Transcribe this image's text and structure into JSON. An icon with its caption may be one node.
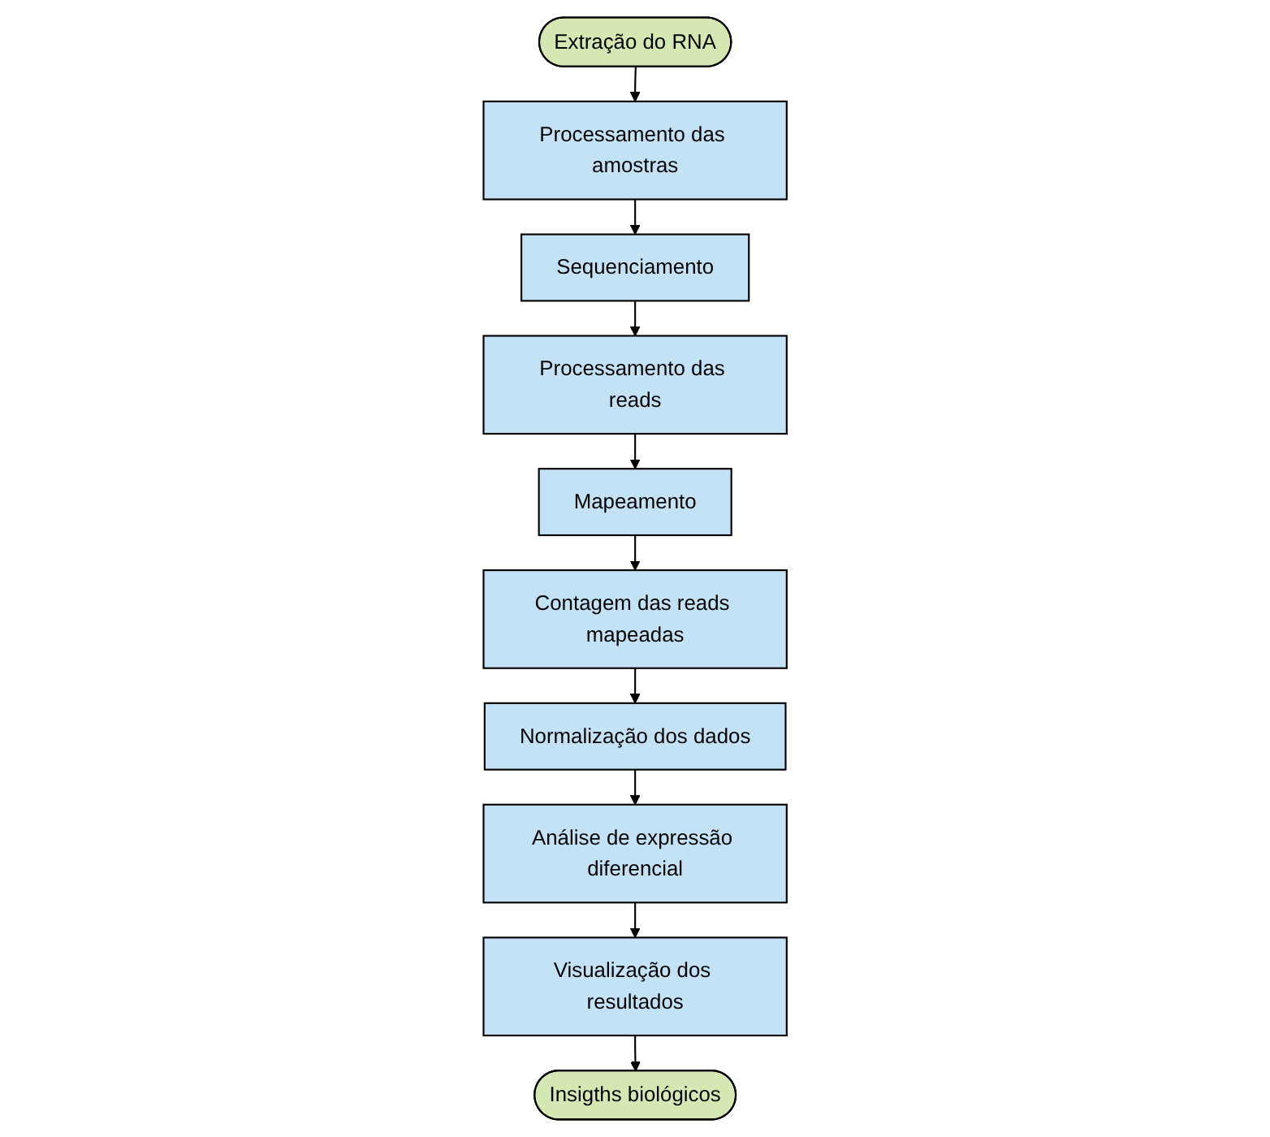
{
  "diagram": {
    "nodes": [
      {
        "text": [
          "Extração do RNA"
        ]
      },
      {
        "text": [
          "Processamento das amostras"
        ]
      },
      {
        "text": [
          "Sequenciamento"
        ]
      },
      {
        "text": [
          "Processamento das reads"
        ]
      },
      {
        "text": [
          "Mapeamento"
        ]
      },
      {
        "text": [
          "Contagem das reads mapeadas"
        ]
      },
      {
        "text": [
          "Normalização dos dados"
        ]
      },
      {
        "text": [
          "Análise de expressão diferencial"
        ]
      },
      {
        "text": [
          "Visualização dos resultados"
        ]
      },
      {
        "text": [
          "Insigths biológicos"
        ]
      }
    ],
    "edges": [
      {
        "from": 0,
        "to": 1,
        "arrow": "to"
      },
      {
        "from": 1,
        "to": 2,
        "arrow": "to"
      },
      {
        "from": 2,
        "to": 3,
        "arrow": "to"
      },
      {
        "from": 3,
        "to": 4,
        "arrow": "to"
      },
      {
        "from": 4,
        "to": 5,
        "arrow": "to"
      },
      {
        "from": 5,
        "to": 6,
        "arrow": "to"
      },
      {
        "from": 6,
        "to": 7,
        "arrow": "to"
      },
      {
        "from": 7,
        "to": 8,
        "arrow": "to"
      },
      {
        "from": 8,
        "to": 9,
        "arrow": "to"
      }
    ]
  }
}
